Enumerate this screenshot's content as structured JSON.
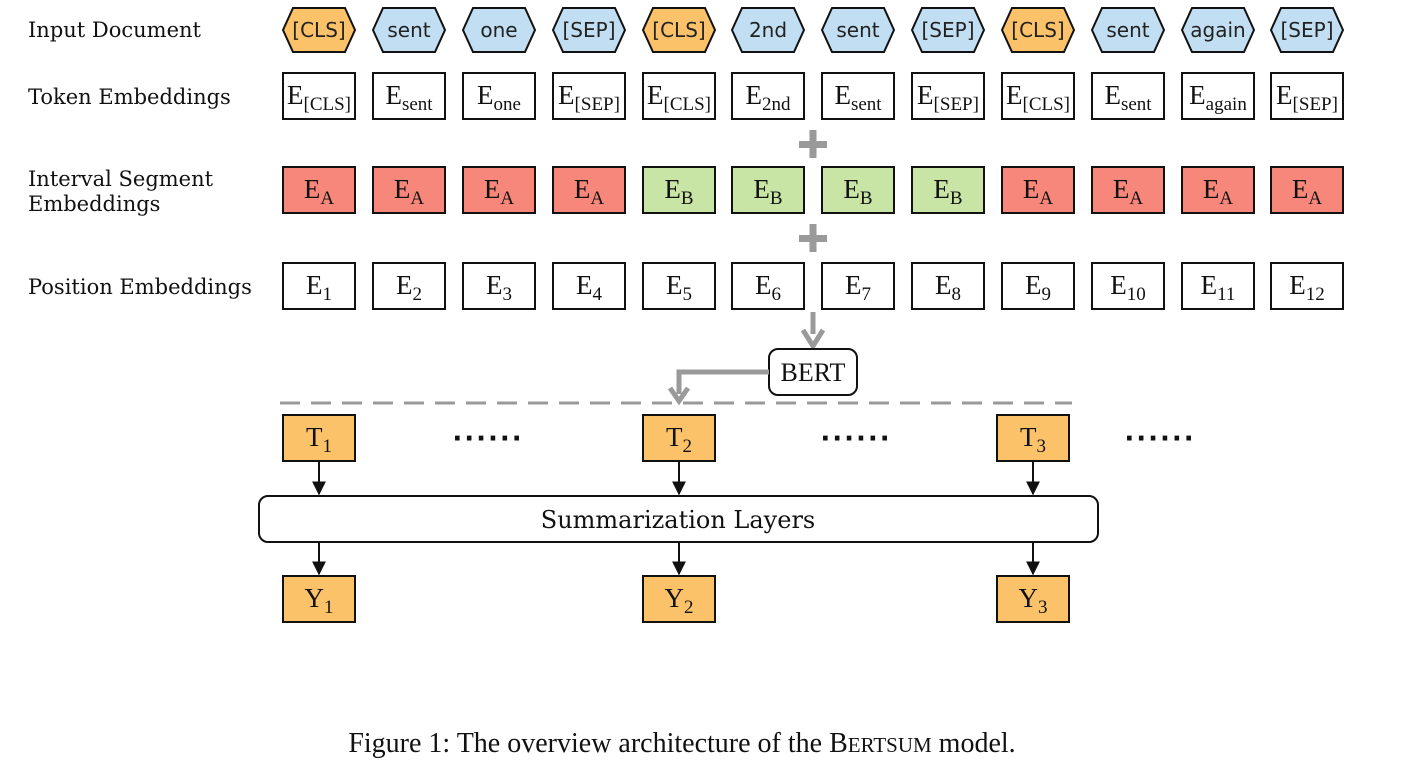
{
  "row_labels": {
    "input_document": "Input Document",
    "token_embeddings": "Token Embeddings",
    "segment_line1": "Interval Segment",
    "segment_line2": "Embeddings",
    "position_embeddings": "Position Embeddings"
  },
  "tokens": [
    {
      "text": "[CLS]",
      "kind": "cls"
    },
    {
      "text": "sent",
      "kind": "word"
    },
    {
      "text": "one",
      "kind": "word"
    },
    {
      "text": "[SEP]",
      "kind": "sep"
    },
    {
      "text": "[CLS]",
      "kind": "cls"
    },
    {
      "text": "2nd",
      "kind": "word"
    },
    {
      "text": "sent",
      "kind": "word"
    },
    {
      "text": "[SEP]",
      "kind": "sep"
    },
    {
      "text": "[CLS]",
      "kind": "cls"
    },
    {
      "text": "sent",
      "kind": "word"
    },
    {
      "text": "again",
      "kind": "word"
    },
    {
      "text": "[SEP]",
      "kind": "sep"
    }
  ],
  "token_embeddings": [
    {
      "base": "E",
      "sub": "[CLS]"
    },
    {
      "base": "E",
      "sub": "sent"
    },
    {
      "base": "E",
      "sub": "one"
    },
    {
      "base": "E",
      "sub": "[SEP]"
    },
    {
      "base": "E",
      "sub": "[CLS]"
    },
    {
      "base": "E",
      "sub": "2nd"
    },
    {
      "base": "E",
      "sub": "sent"
    },
    {
      "base": "E",
      "sub": "[SEP]"
    },
    {
      "base": "E",
      "sub": "[CLS]"
    },
    {
      "base": "E",
      "sub": "sent"
    },
    {
      "base": "E",
      "sub": "again"
    },
    {
      "base": "E",
      "sub": "[SEP]"
    }
  ],
  "segment_embeddings": [
    {
      "base": "E",
      "sub": "A"
    },
    {
      "base": "E",
      "sub": "A"
    },
    {
      "base": "E",
      "sub": "A"
    },
    {
      "base": "E",
      "sub": "A"
    },
    {
      "base": "E",
      "sub": "B"
    },
    {
      "base": "E",
      "sub": "B"
    },
    {
      "base": "E",
      "sub": "B"
    },
    {
      "base": "E",
      "sub": "B"
    },
    {
      "base": "E",
      "sub": "A"
    },
    {
      "base": "E",
      "sub": "A"
    },
    {
      "base": "E",
      "sub": "A"
    },
    {
      "base": "E",
      "sub": "A"
    }
  ],
  "position_embeddings": [
    {
      "base": "E",
      "sub": "1"
    },
    {
      "base": "E",
      "sub": "2"
    },
    {
      "base": "E",
      "sub": "3"
    },
    {
      "base": "E",
      "sub": "4"
    },
    {
      "base": "E",
      "sub": "5"
    },
    {
      "base": "E",
      "sub": "6"
    },
    {
      "base": "E",
      "sub": "7"
    },
    {
      "base": "E",
      "sub": "8"
    },
    {
      "base": "E",
      "sub": "9"
    },
    {
      "base": "E",
      "sub": "10"
    },
    {
      "base": "E",
      "sub": "11"
    },
    {
      "base": "E",
      "sub": "12"
    }
  ],
  "bert_label": "BERT",
  "outputs_t": [
    {
      "base": "T",
      "sub": "1"
    },
    {
      "base": "T",
      "sub": "2"
    },
    {
      "base": "T",
      "sub": "3"
    }
  ],
  "outputs_y": [
    {
      "base": "Y",
      "sub": "1"
    },
    {
      "base": "Y",
      "sub": "2"
    },
    {
      "base": "Y",
      "sub": "3"
    }
  ],
  "ellipsis": "······",
  "summarization_label": "Summarization Layers",
  "caption": {
    "prefix": "Figure 1: The overview architecture of the B",
    "smallcaps": "ERTSUM",
    "suffix": " model."
  },
  "colors": {
    "cls_fill": "#FCC26A",
    "word_fill": "#C2DEF2",
    "segment_a": "#F7877A",
    "segment_b": "#C8E5A6",
    "output_fill": "#FCC26A",
    "connector_gray": "#9A9A9A"
  }
}
